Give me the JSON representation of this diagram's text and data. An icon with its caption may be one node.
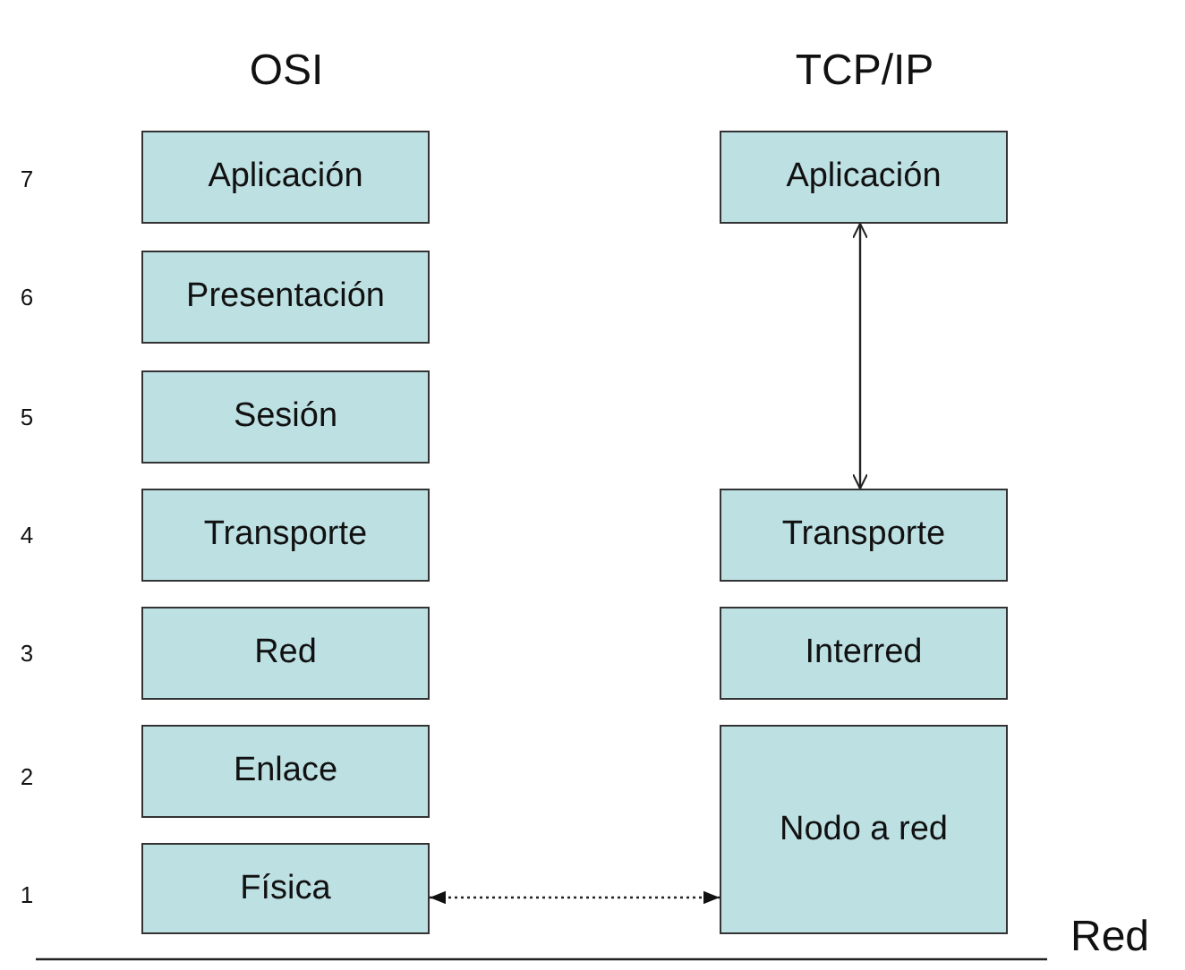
{
  "diagram": {
    "nodes": [
      {
        "text": [
          "Aplicación"
        ]
      },
      {
        "text": [
          "Presentación"
        ]
      },
      {
        "text": [
          "Sesión"
        ]
      },
      {
        "text": [
          "Transporte"
        ]
      },
      {
        "text": [
          "Red"
        ]
      },
      {
        "text": [
          "Enlace"
        ]
      },
      {
        "text": [
          "Física"
        ]
      },
      {
        "text": [
          "Aplicación"
        ]
      },
      {
        "text": [
          "Transporte"
        ]
      },
      {
        "text": [
          "Interred"
        ]
      },
      {
        "text": [
          "Nodo a red"
        ]
      }
    ],
    "edges": [
      {
        "from": 7,
        "to": 8,
        "arrow": "both"
      },
      {
        "from": 6,
        "to": 10,
        "arrow": "both",
        "style": "dashed"
      }
    ],
    "labels": [
      "OSI",
      "TCP/IP",
      "7",
      "6",
      "5",
      "4",
      "3",
      "2",
      "1",
      "Red"
    ]
  }
}
